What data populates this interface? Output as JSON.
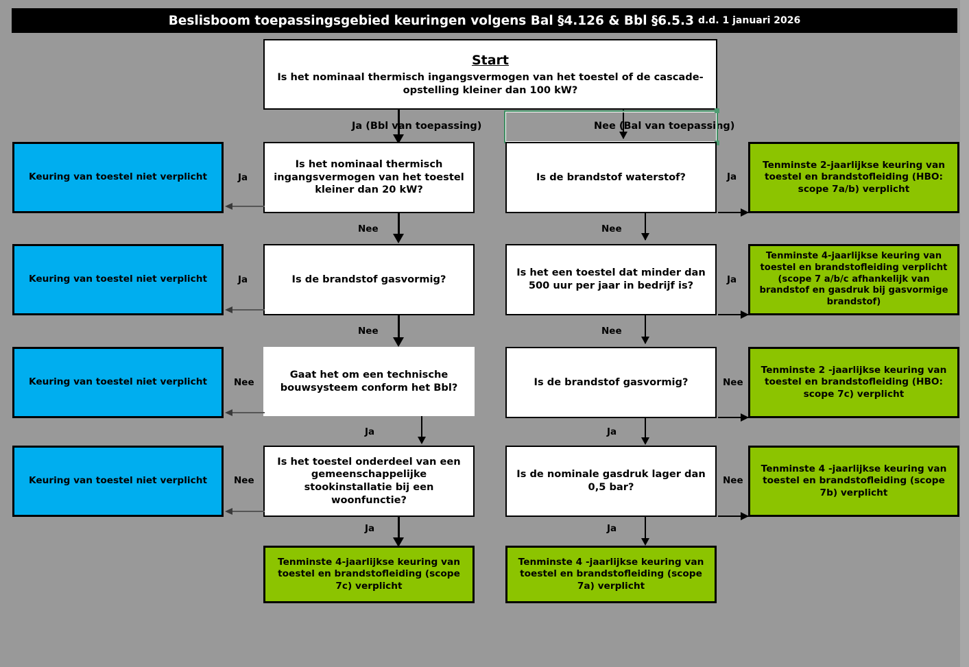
{
  "title": {
    "main": "Beslisboom toepassingsgebied keuringen volgens Bal §4.126 &  Bbl §6.5.3",
    "date": "d.d. 1 januari 2026"
  },
  "start": {
    "heading": "Start",
    "question": "Is het nominaal thermisch ingangsvermogen van het toestel of de cascade-opstelling kleiner dan 100 kW?"
  },
  "branch_labels": {
    "left": "Ja (Bbl van toepassing)",
    "right": "Nee (Bal van toepassing)"
  },
  "bbl_column": [
    {
      "text": "Is het nominaal thermisch ingangsvermogen van het toestel kleiner dan 20 kW?",
      "out_label": "Nee"
    },
    {
      "text": "Is de brandstof gasvormig?",
      "out_label": "Nee"
    },
    {
      "text": "Gaat het om een technische bouwsysteem conform het Bbl?",
      "out_label": "Ja"
    },
    {
      "text": "Is het toestel onderdeel van een gemeenschappelijke stookinstallatie bij een woonfunctie?",
      "out_label": "Ja"
    }
  ],
  "bal_column": [
    {
      "text": "Is de brandstof waterstof?",
      "out_label": "Nee"
    },
    {
      "text": "Is het een toestel dat minder dan 500 uur per jaar in bedrijf is?",
      "out_label": "Nee"
    },
    {
      "text": "Is de brandstof gasvormig?",
      "out_label": "Ja"
    },
    {
      "text": "Is de nominale gasdruk lager dan 0,5 bar?",
      "out_label": "Ja"
    }
  ],
  "left_outcomes": [
    {
      "text": "Keuring van toestel niet verplicht",
      "edge_label": "Ja"
    },
    {
      "text": "Keuring van toestel niet verplicht",
      "edge_label": "Ja"
    },
    {
      "text": "Keuring van toestel niet verplicht",
      "edge_label": "Nee"
    },
    {
      "text": "Keuring van toestel niet verplicht",
      "edge_label": "Nee"
    }
  ],
  "right_outcomes": [
    {
      "text": "Tenminste 2-jaarlijkse keuring van toestel en brandstofleiding (HBO: scope 7a/b) verplicht",
      "edge_label": "Ja"
    },
    {
      "text": "Tenminste 4-jaarlijkse keuring van toestel en brandstofleiding verplicht (scope 7 a/b/c afhankelijk van brandstof en gasdruk bij gasvormige brandstof)",
      "edge_label": "Ja"
    },
    {
      "text": "Tenminste 2 -jaarlijkse keuring van toestel en brandstofleiding (HBO: scope 7c) verplicht",
      "edge_label": "Nee"
    },
    {
      "text": "Tenminste 4 -jaarlijkse keuring van toestel en brandstofleiding (scope 7b) verplicht",
      "edge_label": "Nee"
    }
  ],
  "bottom_outcomes": [
    {
      "text": "Tenminste 4-jaarlijkse keuring van toestel en brandstofleiding (scope 7c) verplicht"
    },
    {
      "text": "Tenminste 4 -jaarlijkse keuring van toestel en brandstofleiding (scope 7a) verplicht"
    }
  ],
  "colors": {
    "background": "#999999",
    "outcome_green": "#8CC400",
    "outcome_blue": "#00AEEF",
    "title_bar": "#000000",
    "selection": "#3f8f63"
  }
}
